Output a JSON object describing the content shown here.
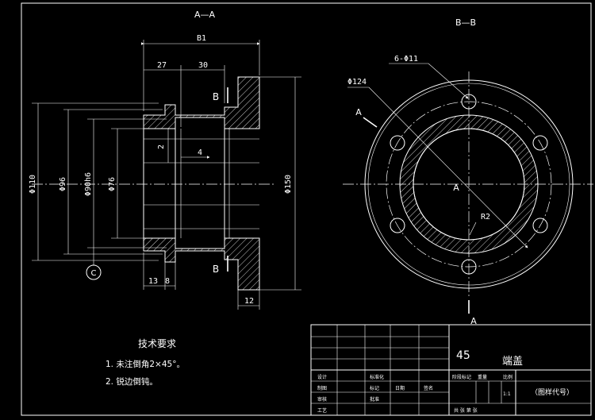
{
  "section_views": {
    "left_title": "A—A",
    "right_title": "B—B"
  },
  "dimensions": {
    "b1": "B1",
    "d27": "27",
    "d30": "30",
    "d2": "2",
    "d4": "4",
    "phi110": "Φ110",
    "phi96": "Φ96",
    "phi90h6": "Φ90h6",
    "phi76": "Φ76",
    "phi150": "Φ150",
    "d13": "13",
    "d8": "8",
    "d12": "12",
    "holes": "6-Φ11",
    "phi124": "Φ124",
    "r2": "R2"
  },
  "cut_labels": {
    "b_top": "B",
    "b_bottom": "B",
    "a_upper": "A",
    "a_lower": "A",
    "a_center": "A",
    "datum": "C"
  },
  "tech_requirements": {
    "title": "技术要求",
    "item1": "1. 未注倒角2×45°。",
    "item2": "2. 锐边倒钝。"
  },
  "title_block": {
    "material": "45",
    "part_name": "端盖",
    "drawing_no": "（图样代号）",
    "c_design": "设计",
    "c_draw": "制图",
    "c_check": "审核",
    "c_process": "工艺",
    "c_std": "标准化",
    "c_approve": "批准",
    "c_date": "日期",
    "c_sign": "签名",
    "c_mark": "标记",
    "c_stage": "阶段标记",
    "c_weight": "重量",
    "c_scale": "比例",
    "scale": "1:1",
    "c_sheet": "共 张 第 张"
  },
  "colors": {
    "background": "#000000",
    "line": "#ffffff"
  }
}
